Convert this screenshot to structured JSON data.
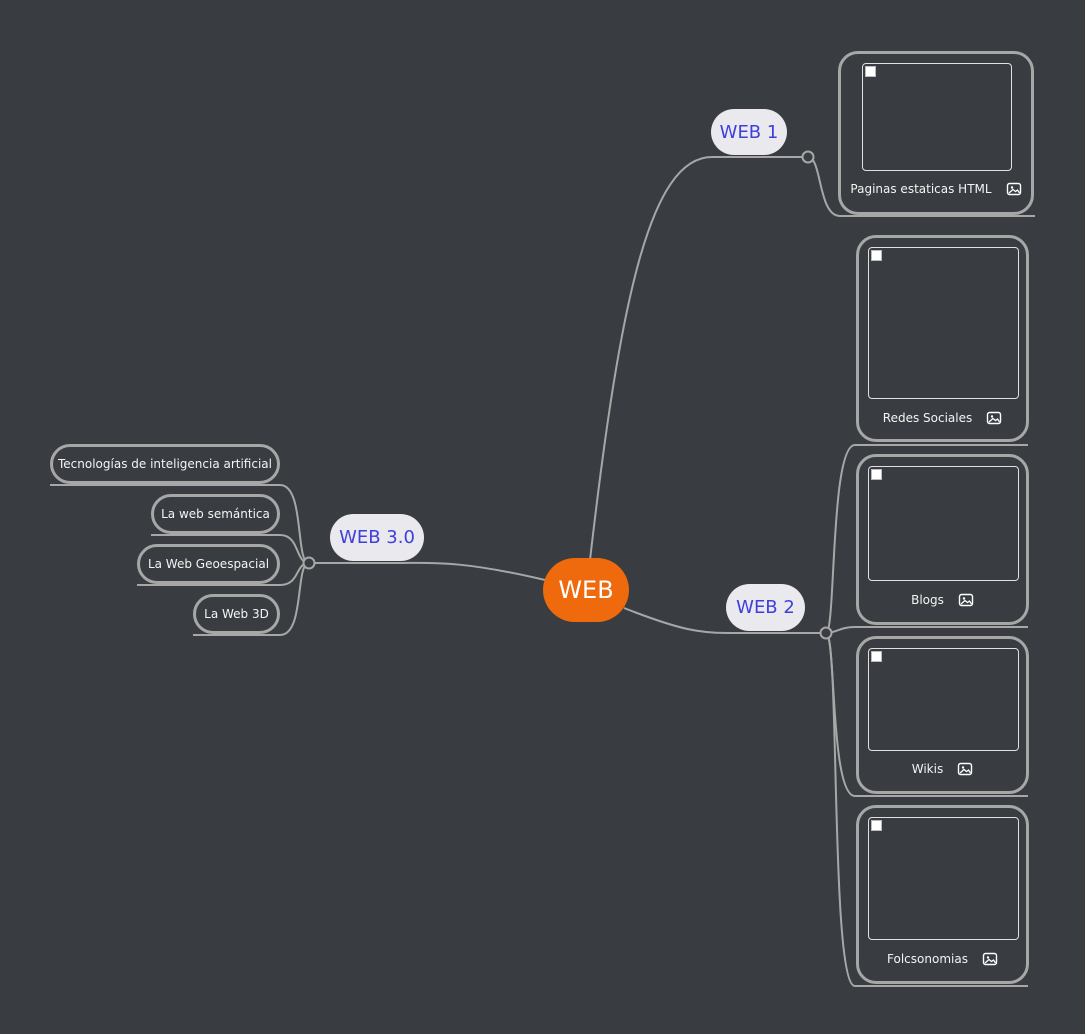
{
  "center": {
    "label": "WEB",
    "color": "#ee6a0c"
  },
  "branches": {
    "web1": {
      "label": "WEB 1"
    },
    "web2": {
      "label": "WEB 2"
    },
    "web3": {
      "label": "WEB 3.0"
    }
  },
  "web1_children": [
    {
      "caption": "Paginas estaticas HTML",
      "icon": "image-icon"
    }
  ],
  "web2_children": [
    {
      "caption": "Redes Sociales",
      "icon": "image-icon"
    },
    {
      "caption": "Blogs",
      "icon": "image-icon"
    },
    {
      "caption": "Wikis",
      "icon": "image-icon"
    },
    {
      "caption": "Folcsonomias",
      "icon": "image-icon"
    }
  ],
  "web3_children": [
    {
      "label": "Tecnologías de inteligencia artificial"
    },
    {
      "label": "La web semántica"
    },
    {
      "label": "La Web Geoespacial"
    },
    {
      "label": "La Web 3D"
    }
  ],
  "colors": {
    "background": "#393c41",
    "link": "#a7a7a7",
    "branch_text": "#3f3fdc",
    "branch_bg": "#e9e9ee"
  }
}
